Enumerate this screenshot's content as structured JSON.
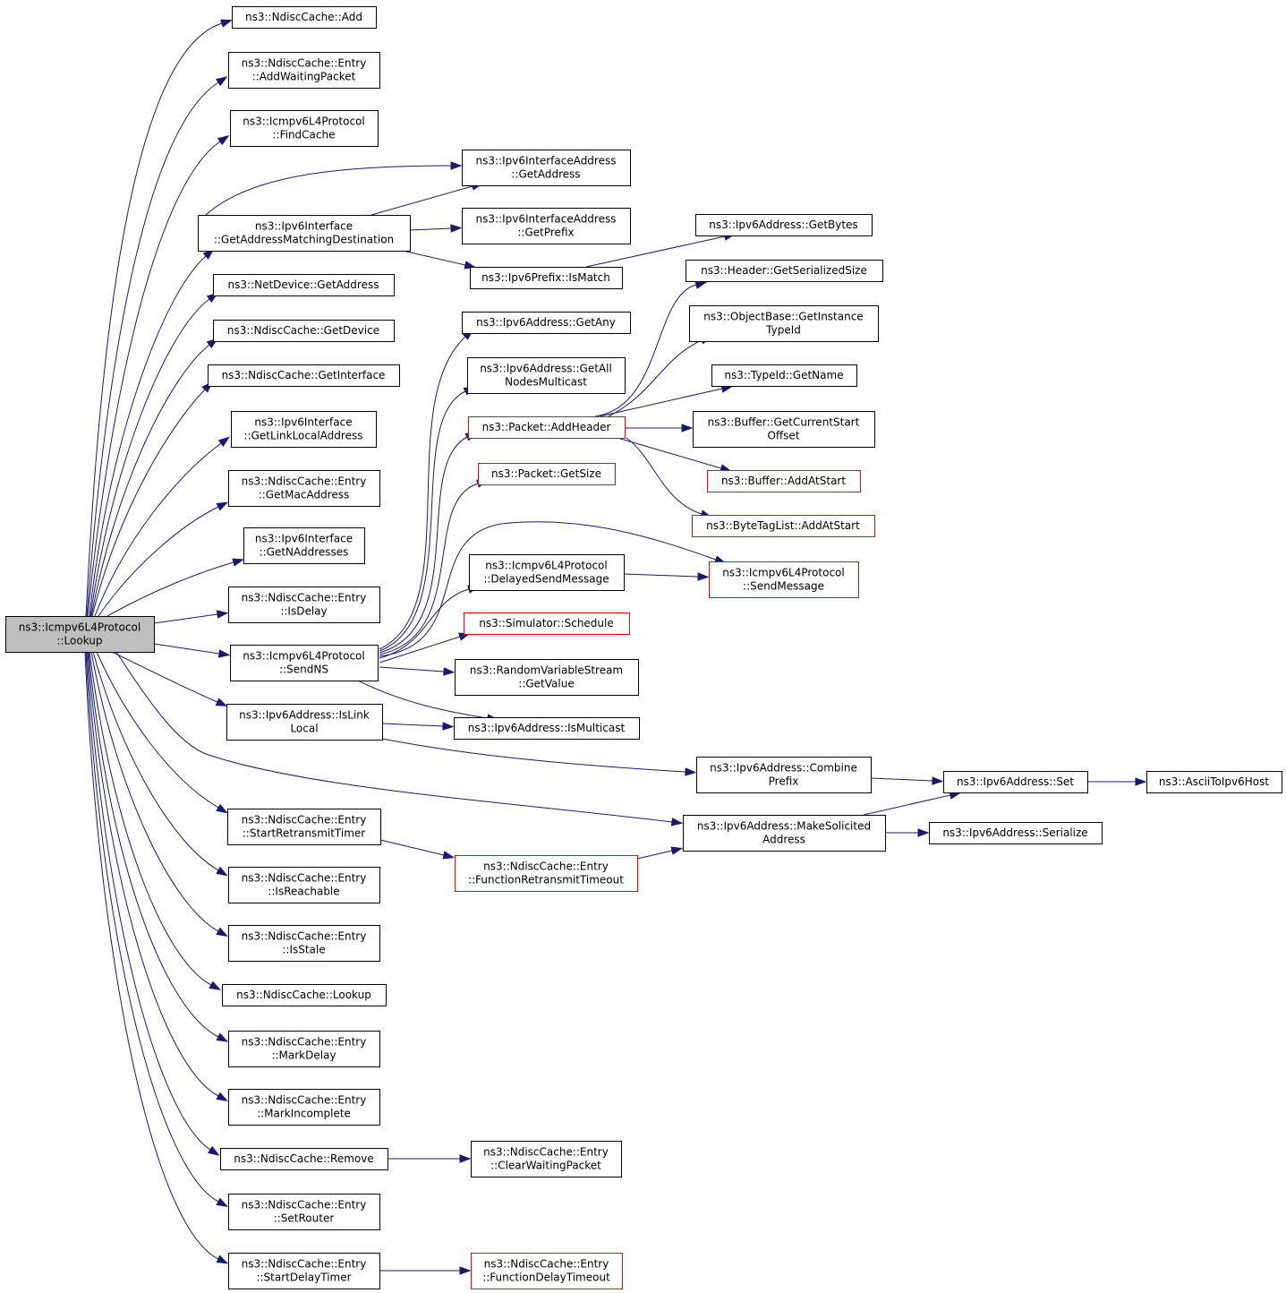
{
  "graph": {
    "nodes": [
      {
        "id": "root",
        "lines": [
          "ns3::Icmpv6L4Protocol",
          "::Lookup"
        ],
        "kind": "root"
      },
      {
        "id": "nc_add",
        "lines": [
          "ns3::NdiscCache::Add"
        ],
        "kind": "normal"
      },
      {
        "id": "e_addwait",
        "lines": [
          "ns3::NdiscCache::Entry",
          "::AddWaitingPacket"
        ],
        "kind": "normal"
      },
      {
        "id": "icmp_findcache",
        "lines": [
          "ns3::Icmpv6L4Protocol",
          "::FindCache"
        ],
        "kind": "normal"
      },
      {
        "id": "ipv6if_getaddrmatch",
        "lines": [
          "ns3::Ipv6Interface",
          "::GetAddressMatchingDestination"
        ],
        "kind": "normal"
      },
      {
        "id": "ipv6ia_getaddress",
        "lines": [
          "ns3::Ipv6InterfaceAddress",
          "::GetAddress"
        ],
        "kind": "normal"
      },
      {
        "id": "ipv6ia_getprefix",
        "lines": [
          "ns3::Ipv6InterfaceAddress",
          "::GetPrefix"
        ],
        "kind": "normal"
      },
      {
        "id": "ipv6prefix_ismatch",
        "lines": [
          "ns3::Ipv6Prefix::IsMatch"
        ],
        "kind": "normal"
      },
      {
        "id": "ipv6addr_getbytes",
        "lines": [
          "ns3::Ipv6Address::GetBytes"
        ],
        "kind": "normal"
      },
      {
        "id": "netdev_getaddress",
        "lines": [
          "ns3::NetDevice::GetAddress"
        ],
        "kind": "normal"
      },
      {
        "id": "nc_getdevice",
        "lines": [
          "ns3::NdiscCache::GetDevice"
        ],
        "kind": "normal"
      },
      {
        "id": "nc_getinterface",
        "lines": [
          "ns3::NdiscCache::GetInterface"
        ],
        "kind": "normal"
      },
      {
        "id": "ipv6if_getlinklocal",
        "lines": [
          "ns3::Ipv6Interface",
          "::GetLinkLocalAddress"
        ],
        "kind": "normal"
      },
      {
        "id": "e_getmac",
        "lines": [
          "ns3::NdiscCache::Entry",
          "::GetMacAddress"
        ],
        "kind": "normal"
      },
      {
        "id": "ipv6if_getnaddr",
        "lines": [
          "ns3::Ipv6Interface",
          "::GetNAddresses"
        ],
        "kind": "normal"
      },
      {
        "id": "e_isdelay",
        "lines": [
          "ns3::NdiscCache::Entry",
          "::IsDelay"
        ],
        "kind": "normal"
      },
      {
        "id": "icmp_sendns",
        "lines": [
          "ns3::Icmpv6L4Protocol",
          "::SendNS"
        ],
        "kind": "normal"
      },
      {
        "id": "ipv6addr_islinklocal",
        "lines": [
          "ns3::Ipv6Address::IsLink",
          "Local"
        ],
        "kind": "normal"
      },
      {
        "id": "e_startretrans",
        "lines": [
          "ns3::NdiscCache::Entry",
          "::StartRetransmitTimer"
        ],
        "kind": "normal"
      },
      {
        "id": "e_isreachable",
        "lines": [
          "ns3::NdiscCache::Entry",
          "::IsReachable"
        ],
        "kind": "normal"
      },
      {
        "id": "e_isstale",
        "lines": [
          "ns3::NdiscCache::Entry",
          "::IsStale"
        ],
        "kind": "normal"
      },
      {
        "id": "nc_lookup",
        "lines": [
          "ns3::NdiscCache::Lookup"
        ],
        "kind": "normal"
      },
      {
        "id": "e_markdelay",
        "lines": [
          "ns3::NdiscCache::Entry",
          "::MarkDelay"
        ],
        "kind": "normal"
      },
      {
        "id": "e_markincomplete",
        "lines": [
          "ns3::NdiscCache::Entry",
          "::MarkIncomplete"
        ],
        "kind": "normal"
      },
      {
        "id": "nc_remove",
        "lines": [
          "ns3::NdiscCache::Remove"
        ],
        "kind": "normal"
      },
      {
        "id": "e_setrouter",
        "lines": [
          "ns3::NdiscCache::Entry",
          "::SetRouter"
        ],
        "kind": "normal"
      },
      {
        "id": "e_startdelay",
        "lines": [
          "ns3::NdiscCache::Entry",
          "::StartDelayTimer"
        ],
        "kind": "normal"
      },
      {
        "id": "ipv6addr_getany",
        "lines": [
          "ns3::Ipv6Address::GetAny"
        ],
        "kind": "normal"
      },
      {
        "id": "ipv6addr_getallnodes",
        "lines": [
          "ns3::Ipv6Address::GetAll",
          "NodesMulticast"
        ],
        "kind": "normal"
      },
      {
        "id": "packet_addheader",
        "lines": [
          "ns3::Packet::AddHeader"
        ],
        "kind": "red"
      },
      {
        "id": "packet_getsize",
        "lines": [
          "ns3::Packet::GetSize"
        ],
        "kind": "red"
      },
      {
        "id": "icmp_delayedsend",
        "lines": [
          "ns3::Icmpv6L4Protocol",
          "::DelayedSendMessage"
        ],
        "kind": "normal"
      },
      {
        "id": "sim_schedule",
        "lines": [
          "ns3::Simulator::Schedule"
        ],
        "kind": "red"
      },
      {
        "id": "rvs_getvalue",
        "lines": [
          "ns3::RandomVariableStream",
          "::GetValue"
        ],
        "kind": "normal"
      },
      {
        "id": "ipv6addr_ismulticast",
        "lines": [
          "ns3::Ipv6Address::IsMulticast"
        ],
        "kind": "normal"
      },
      {
        "id": "e_funcretrans",
        "lines": [
          "ns3::NdiscCache::Entry",
          "::FunctionRetransmitTimeout"
        ],
        "kind": "red"
      },
      {
        "id": "e_cleardwait",
        "lines": [
          "ns3::NdiscCache::Entry",
          "::ClearWaitingPacket"
        ],
        "kind": "normal"
      },
      {
        "id": "e_funcdelay",
        "lines": [
          "ns3::NdiscCache::Entry",
          "::FunctionDelayTimeout"
        ],
        "kind": "red"
      },
      {
        "id": "header_getsersize",
        "lines": [
          "ns3::Header::GetSerializedSize"
        ],
        "kind": "normal"
      },
      {
        "id": "objbase_getinstance",
        "lines": [
          "ns3::ObjectBase::GetInstance",
          "TypeId"
        ],
        "kind": "normal"
      },
      {
        "id": "typeid_getname",
        "lines": [
          "ns3::TypeId::GetName"
        ],
        "kind": "normal"
      },
      {
        "id": "buffer_getcurstart",
        "lines": [
          "ns3::Buffer::GetCurrentStart",
          "Offset"
        ],
        "kind": "normal"
      },
      {
        "id": "buffer_addatstart",
        "lines": [
          "ns3::Buffer::AddAtStart"
        ],
        "kind": "red"
      },
      {
        "id": "btl_addatstart",
        "lines": [
          "ns3::ByteTagList::AddAtStart"
        ],
        "kind": "red"
      },
      {
        "id": "icmp_sendmessage",
        "lines": [
          "ns3::Icmpv6L4Protocol",
          "::SendMessage"
        ],
        "kind": "red"
      },
      {
        "id": "ipv6addr_combineprefix",
        "lines": [
          "ns3::Ipv6Address::Combine",
          "Prefix"
        ],
        "kind": "normal"
      },
      {
        "id": "ipv6addr_makesolicited",
        "lines": [
          "ns3::Ipv6Address::MakeSolicited",
          "Address"
        ],
        "kind": "normal"
      },
      {
        "id": "ipv6addr_set",
        "lines": [
          "ns3::Ipv6Address::Set"
        ],
        "kind": "normal"
      },
      {
        "id": "ipv6addr_serialize",
        "lines": [
          "ns3::Ipv6Address::Serialize"
        ],
        "kind": "normal"
      },
      {
        "id": "ascii_toipv6host",
        "lines": [
          "ns3::AsciiToIpv6Host"
        ],
        "kind": "normal"
      }
    ]
  }
}
